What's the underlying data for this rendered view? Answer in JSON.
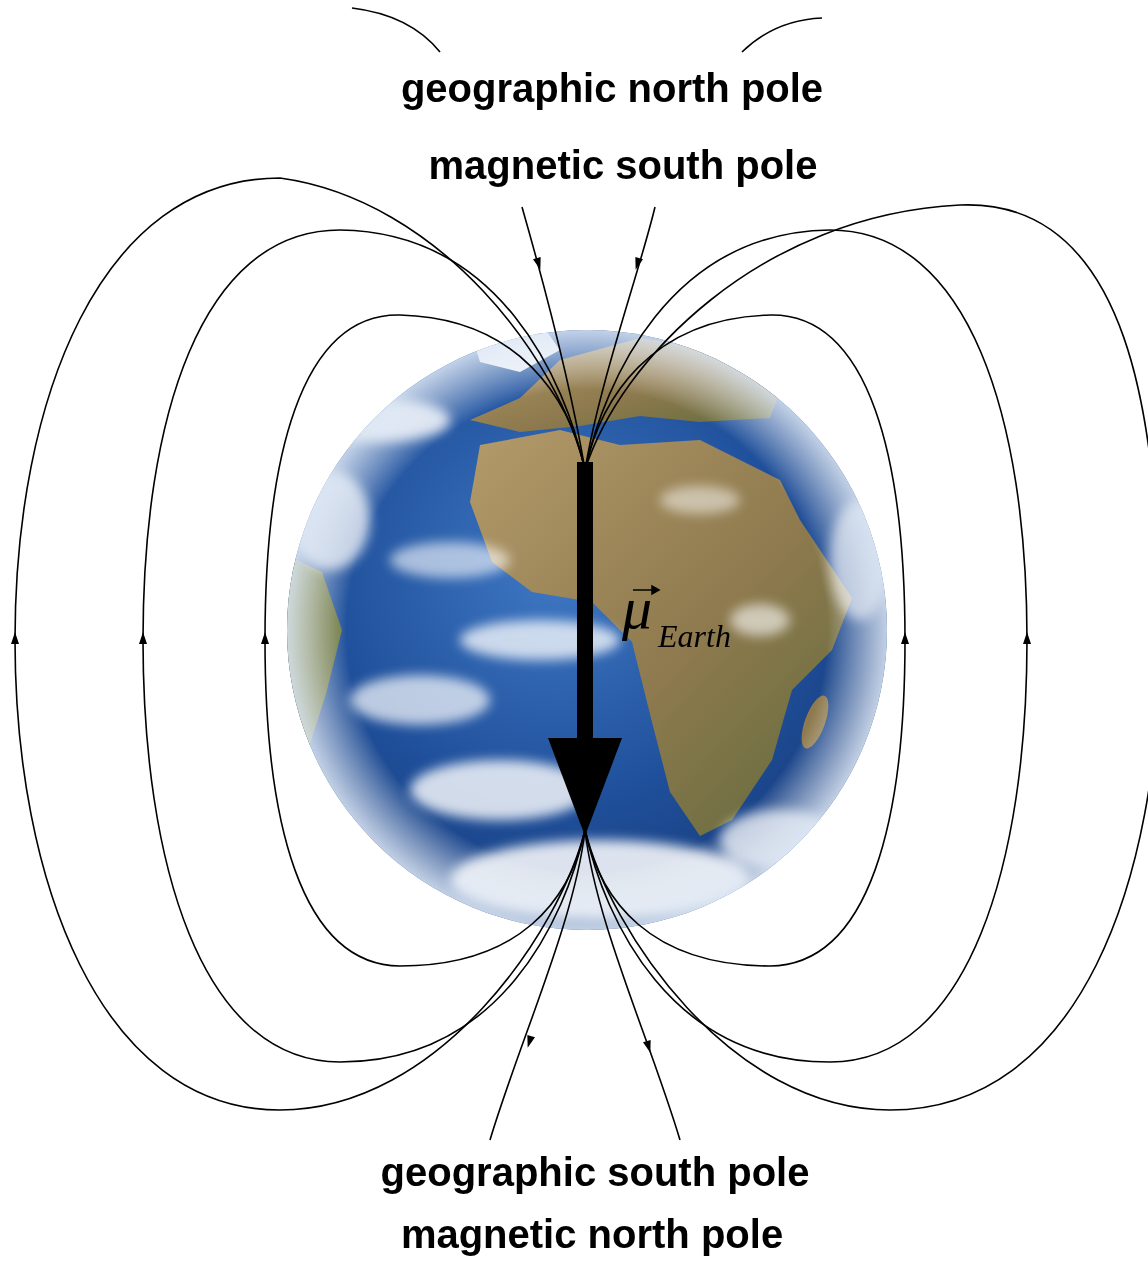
{
  "diagram": {
    "labels": [
      "geographic north pole",
      "magnetic south pole",
      "μ",
      "Earth",
      "geographic south pole",
      "magnetic north pole"
    ]
  }
}
